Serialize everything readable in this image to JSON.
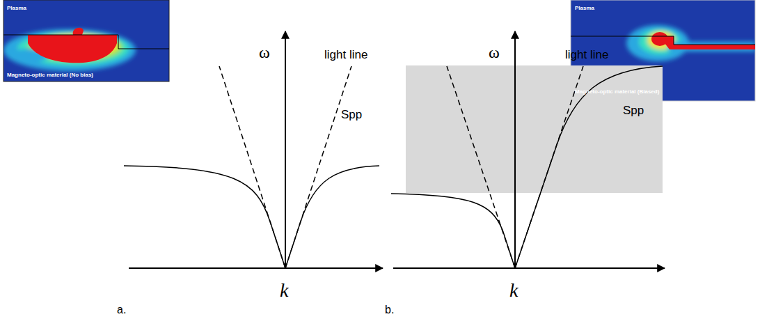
{
  "diagram": {
    "labels": [
      "Plasma",
      "Magneto-optic material (No bias)",
      "Plasma",
      "Magneto-optic material (Biased)",
      "ω",
      "light line",
      "Spp",
      "k",
      "a.",
      "ω",
      "light line",
      "Spp",
      "k",
      "b."
    ]
  }
}
